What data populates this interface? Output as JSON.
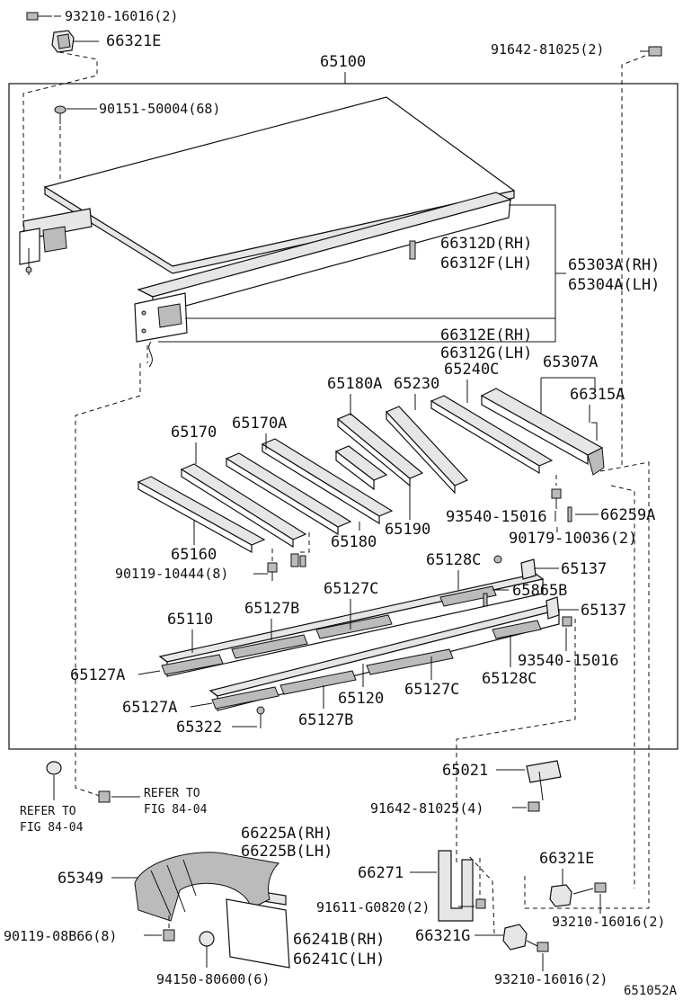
{
  "diagram_code": "651052A",
  "labels": {
    "l_93210_top": "93210-16016(2)",
    "l_66321E_top": "66321E",
    "l_91642_top": "91642-81025(2)",
    "l_65100": "65100",
    "l_90151": "90151-50004(68)",
    "l_66312D": "66312D(RH)",
    "l_66312F": "66312F(LH)",
    "l_65303A": "65303A(RH)",
    "l_65304A": "65304A(LH)",
    "l_66312E": "66312E(RH)",
    "l_66312G": "66312G(LH)",
    "l_65307A": "65307A",
    "l_65180A": "65180A",
    "l_65230": "65230",
    "l_65240C": "65240C",
    "l_66315A": "66315A",
    "l_65170": "65170",
    "l_65170A": "65170A",
    "l_93540_a": "93540-15016",
    "l_66259A": "66259A",
    "l_65190": "65190",
    "l_90179": "90179-10036(2)",
    "l_65180": "65180",
    "l_65160": "65160",
    "l_90119_10444": "90119-10444(8)",
    "l_65128C_a": "65128C",
    "l_65137_a": "65137",
    "l_65127C_a": "65127C",
    "l_65865B": "65865B",
    "l_65137_b": "65137",
    "l_65110": "65110",
    "l_65127B_a": "65127B",
    "l_93540_b": "93540-15016",
    "l_65127A_a": "65127A",
    "l_65128C_b": "65128C",
    "l_65127C_b": "65127C",
    "l_65120": "65120",
    "l_65127A_b": "65127A",
    "l_65322": "65322",
    "l_65127B_b": "65127B",
    "l_65021": "65021",
    "l_refer_right_1": "REFER TO",
    "l_refer_right_2": "FIG 84-04",
    "l_refer_left_1": "REFER TO",
    "l_refer_left_2": "FIG 84-04",
    "l_91642_mid": "91642-81025(4)",
    "l_66225A": "66225A(RH)",
    "l_66225B": "66225B(LH)",
    "l_66321E_bot": "66321E",
    "l_65349": "65349",
    "l_66271": "66271",
    "l_91611": "91611-G0820(2)",
    "l_93210_mid": "93210-16016(2)",
    "l_90119_08B66": "90119-08B66(8)",
    "l_66241B": "66241B(RH)",
    "l_66241C": "66241C(LH)",
    "l_66321G": "66321G",
    "l_94150": "94150-80600(6)",
    "l_93210_bot": "93210-16016(2)"
  }
}
